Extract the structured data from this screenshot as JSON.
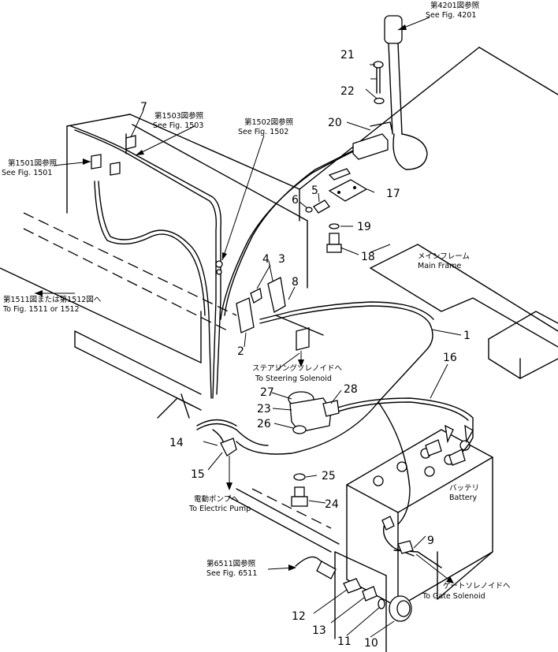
{
  "part_numbers": {
    "p1": "1",
    "p2": "2",
    "p3": "3",
    "p4": "4",
    "p5": "5",
    "p6": "6",
    "p7": "7",
    "p8": "8",
    "p9": "9",
    "p10": "10",
    "p11": "11",
    "p12": "12",
    "p13": "13",
    "p14": "14",
    "p15": "15",
    "p16": "16",
    "p17": "17",
    "p18": "18",
    "p19": "19",
    "p20": "20",
    "p21": "21",
    "p22": "22",
    "p23": "23",
    "p24": "24",
    "p25": "25",
    "p26": "26",
    "p27": "27",
    "p28": "28"
  },
  "references": {
    "fig4201_jp": "第4201図参照",
    "fig4201": "See Fig. 4201",
    "fig1503_jp": "第1503図参照",
    "fig1503": "See Fig. 1503",
    "fig1502_jp": "第1502図参照",
    "fig1502": "See Fig. 1502",
    "fig1501_jp": "第1501図参照",
    "fig1501": "See Fig. 1501",
    "fig1511_jp": "第1511図または第1512図へ",
    "fig1511": "To Fig. 1511 or 1512",
    "fig6511_jp": "第6511図参照",
    "fig6511": "See Fig. 6511"
  },
  "labels": {
    "main_frame_jp": "メインフレーム",
    "main_frame": "Main Frame",
    "steering_jp": "ステアリングソレノイドへ",
    "steering": "To Steering Solenoid",
    "battery_jp": "バッテリ",
    "battery": "Battery",
    "electric_pump_jp": "電動ポンプへ",
    "electric_pump": "To Electric Pump",
    "gate_jp": "ゲートソレノイドへ",
    "gate": "To Gate Solenoid"
  }
}
